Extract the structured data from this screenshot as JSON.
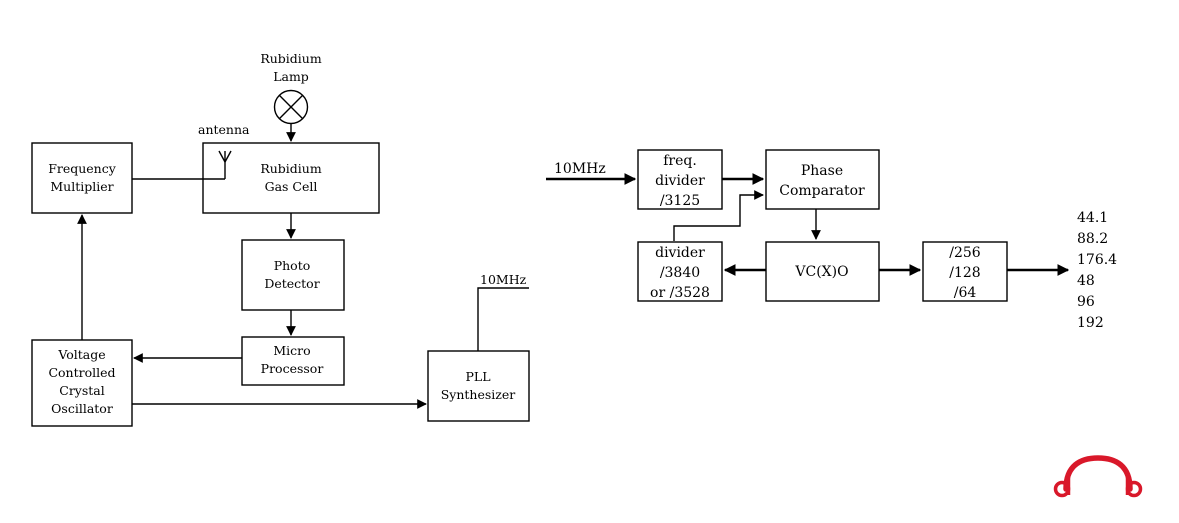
{
  "left_diagram": {
    "rubidium_lamp": [
      "Rubidium",
      "Lamp"
    ],
    "antenna": "antenna",
    "rubidium_gas_cell": [
      "Rubidium",
      "Gas Cell"
    ],
    "frequency_multiplier": [
      "Frequency",
      "Multiplier"
    ],
    "photo_detector": [
      "Photo",
      "Detector"
    ],
    "micro_processor": [
      "Micro",
      "Processor"
    ],
    "vcxo": [
      "Voltage",
      "Controlled",
      "Crystal",
      "Oscillator"
    ],
    "pll_synthesizer": [
      "PLL",
      "Synthesizer"
    ],
    "output": "10MHz"
  },
  "right_diagram": {
    "input": "10MHz",
    "freq_divider": [
      "freq.",
      "divider",
      "/3125"
    ],
    "phase_comparator": [
      "Phase",
      "Comparator"
    ],
    "divider": [
      "divider",
      "/3840",
      "or /3528"
    ],
    "vcxo": "VC(X)O",
    "output_divider": [
      "/256",
      "/128",
      "/64"
    ],
    "outputs": [
      "44.1",
      "88.2",
      "176.4",
      "48",
      "96",
      "192"
    ]
  },
  "logo": {
    "color": "#d9182a",
    "icon": "headphones-logo"
  }
}
